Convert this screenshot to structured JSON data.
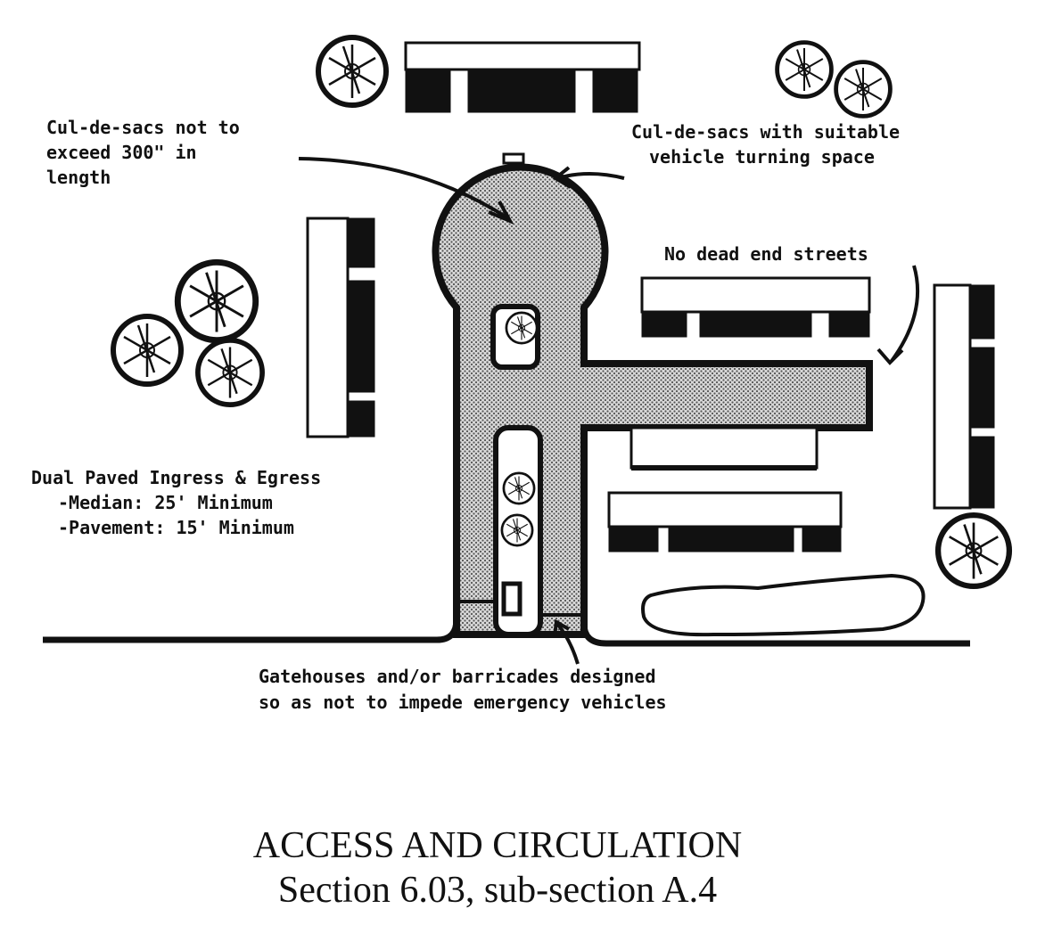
{
  "annotations": {
    "culdesac_length": [
      "Cul-de-sacs not to",
      "exceed 300\" in",
      "length"
    ],
    "culdesac_turning": [
      "Cul-de-sacs with suitable",
      "vehicle turning space"
    ],
    "no_dead_end": "No dead end streets",
    "dual_paved": [
      "Dual Paved Ingress & Egress",
      "-Median: 25' Minimum",
      "-Pavement:  15' Minimum"
    ],
    "gatehouses": [
      "Gatehouses and/or barricades designed",
      "so as not to impede emergency vehicles"
    ]
  },
  "caption": {
    "title": "ACCESS AND CIRCULATION",
    "subtitle": "Section 6.03, sub-section A.4"
  },
  "colors": {
    "ink": "#111111",
    "pavement": "#bdbdbd",
    "paper": "#ffffff"
  }
}
